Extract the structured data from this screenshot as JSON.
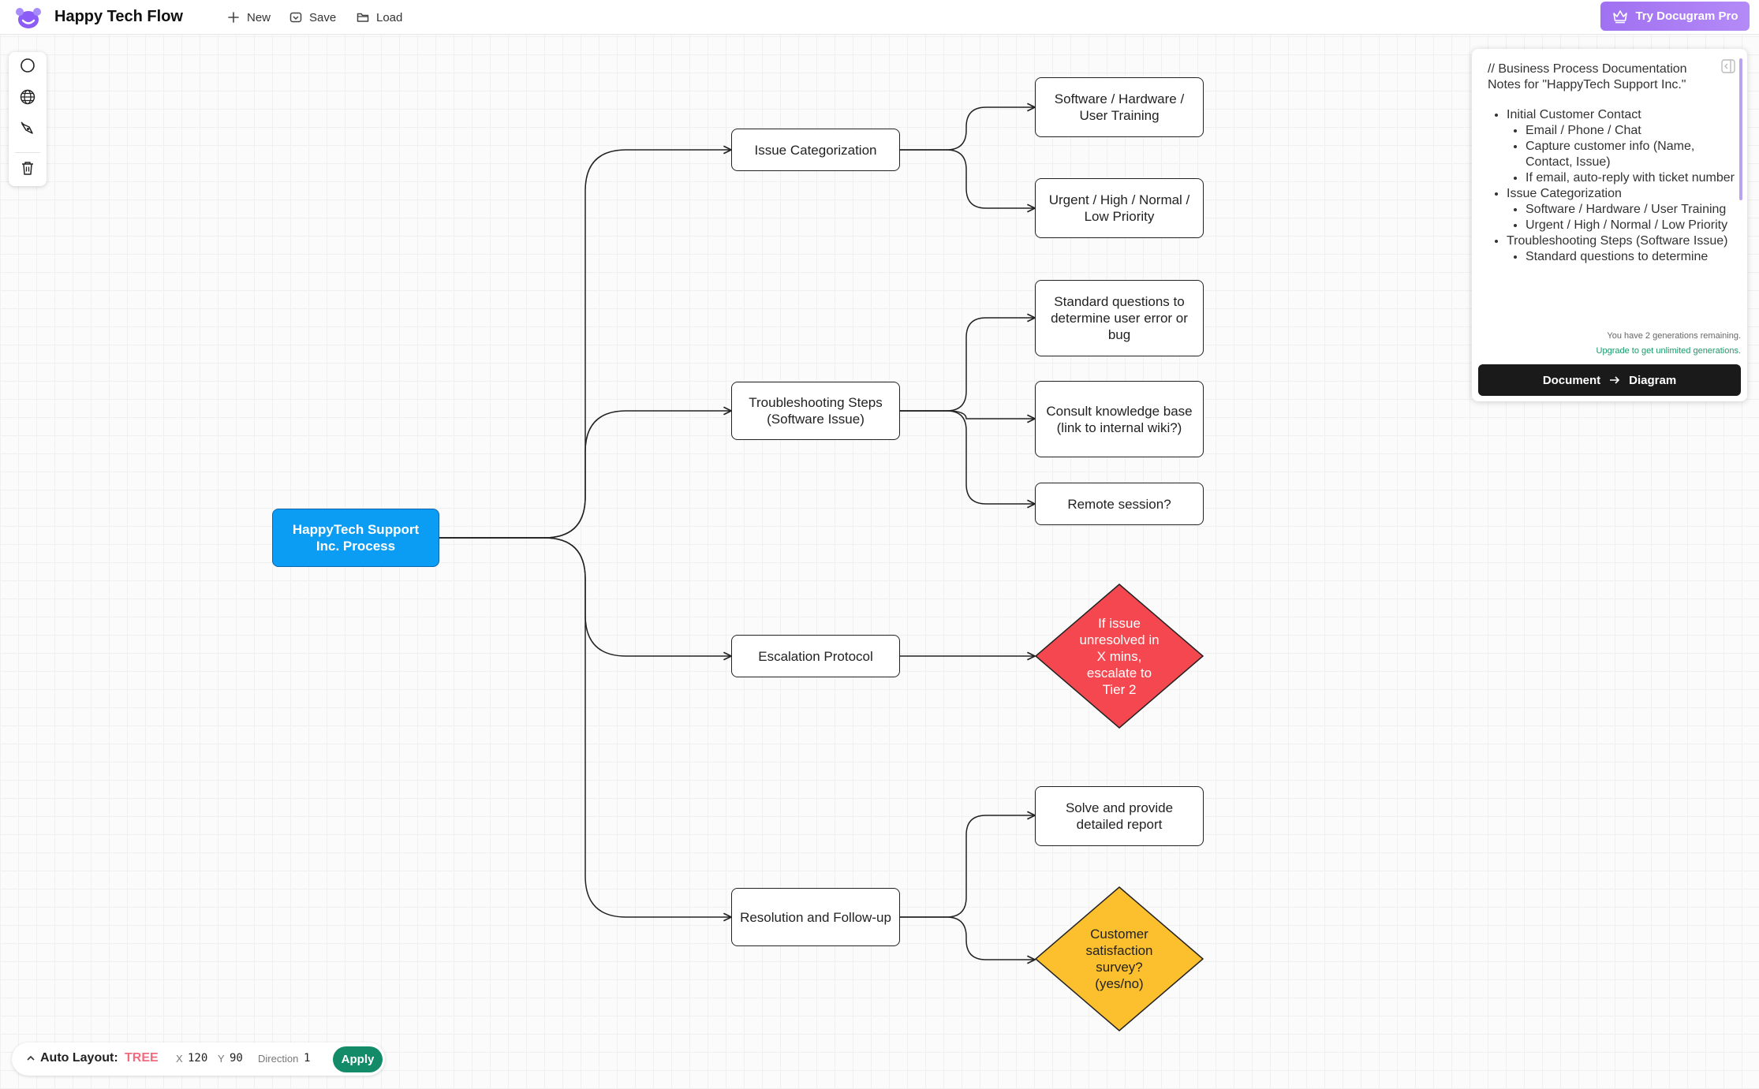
{
  "header": {
    "app_title": "Happy Tech Flow",
    "new_label": "New",
    "save_label": "Save",
    "load_label": "Load",
    "pro_label": "Try Docugram Pro"
  },
  "toolbar": {
    "tools": [
      "circle-tool",
      "globe-tool",
      "pen-tool",
      "delete-tool"
    ]
  },
  "diagram": {
    "root": "HappyTech Support Inc. Process",
    "categorization": "Issue Categorization",
    "troubleshooting": "Troubleshooting Steps (Software Issue)",
    "escalation": "Escalation Protocol",
    "resolution": "Resolution and Follow-up",
    "cat_type": "Software / Hardware / User Training",
    "cat_priority": "Urgent / High / Normal / Low Priority",
    "ts_questions": "Standard questions to determine user error or bug",
    "ts_knowledge": "Consult knowledge base (link to internal wiki?)",
    "ts_remote": "Remote session?",
    "esc_rule": "If issue unresolved in X mins, escalate to Tier 2",
    "res_report": "Solve and provide detailed report",
    "res_survey": "Customer satisfaction survey? (yes/no)",
    "colors": {
      "root": "#0b9cf3",
      "escalation_diamond": "#f5474f",
      "survey_diamond": "#fcc02e"
    }
  },
  "doc_panel": {
    "intro": "// Business Process Documentation Notes for \"HappyTech Support Inc.\"",
    "items": [
      {
        "label": "Initial Customer Contact",
        "children": [
          "Email / Phone / Chat",
          "Capture customer info (Name, Contact, Issue)",
          "If email, auto-reply with ticket number"
        ]
      },
      {
        "label": "Issue Categorization",
        "children": [
          "Software / Hardware / User Training",
          "Urgent / High / Normal / Low Priority"
        ]
      },
      {
        "label": "Troubleshooting Steps (Software Issue)",
        "children": [
          "Standard questions to determine"
        ]
      }
    ],
    "generations_left": "You have 2 generations remaining.",
    "upgrade_text": "Upgrade to get unlimited generations.",
    "button_from": "Document",
    "button_to": "Diagram"
  },
  "auto_layout": {
    "label": "Auto Layout:",
    "mode": "TREE",
    "x_label": "X",
    "x_value": "120",
    "y_label": "Y",
    "y_value": "90",
    "direction_label": "Direction",
    "direction_value": "1",
    "apply_label": "Apply"
  }
}
